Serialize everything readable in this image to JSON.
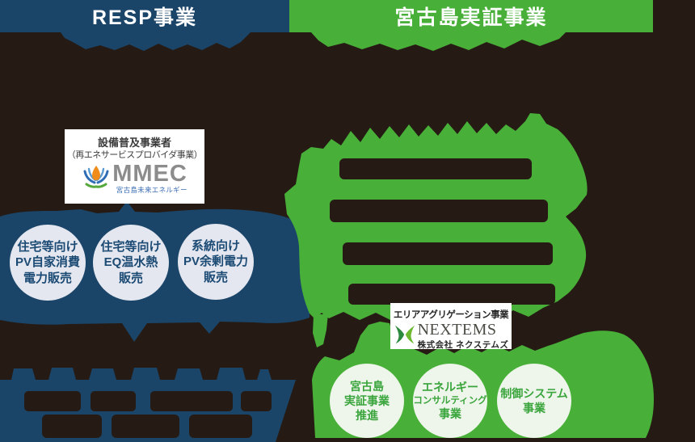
{
  "colors": {
    "background": "#261b14",
    "navy": "#1a4569",
    "green": "#48b038",
    "header_text": "#ffffff",
    "left_circle_fill": "#e4e7ef",
    "left_circle_text": "#1b4a74",
    "right_circle_fill": "#eef5ea",
    "right_circle_text": "#3aa53c",
    "mmec_wordmark_gray": "#8c8c8c",
    "mmec_caption_blue": "#3a6cb3",
    "mmec_flame_orange": "#ef8c1a",
    "nextems_wordmark_gray": "#4c4c45",
    "nextems_leaf_dark_green": "#2c8a3e",
    "nextems_leaf_light_green": "#6cb82f"
  },
  "headers": {
    "left": "RESP事業",
    "right": "宮古島実証事業"
  },
  "mmec_card": {
    "title": "設備普及事業者",
    "subtitle": "（再エネサービスプロバイダ事業）",
    "wordmark": "MMEC",
    "caption": "宮古島未来エネルギー"
  },
  "left_circles": [
    {
      "lines": [
        "住宅等向け",
        "PV自家消費",
        "電力販売"
      ]
    },
    {
      "lines": [
        "住宅等向け",
        "EQ温水熱",
        "販売"
      ]
    },
    {
      "lines": [
        "系統向け",
        "PV余剰電力",
        "販売"
      ]
    }
  ],
  "nextems_card": {
    "title": "エリアアグリゲーション事業",
    "wordmark": "NEXTEMS",
    "caption": "株式会社 ネクステムズ"
  },
  "right_circles": [
    {
      "lines": [
        "宮古島",
        "実証事業",
        "推進"
      ]
    },
    {
      "lines": [
        "エネルギー",
        "コンサルティング",
        "事業"
      ]
    },
    {
      "lines": [
        "制御システム",
        "事業"
      ]
    }
  ]
}
